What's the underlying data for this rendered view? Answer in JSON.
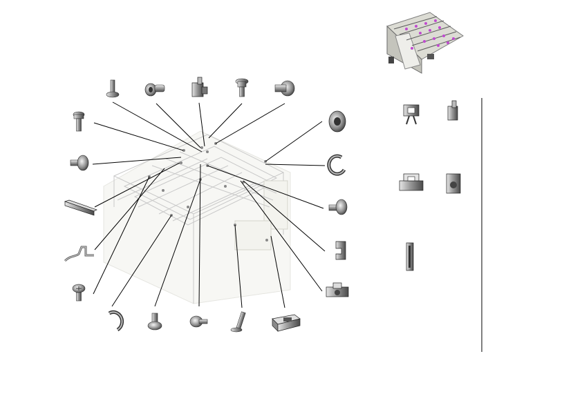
{
  "diagram": {
    "kind": "exploded-parts-view",
    "background_color": "#ffffff",
    "line_color": "#000000",
    "accent_color": "#c04ad0",
    "parts_around_assembly": [
      "pin-screw",
      "spring-washer-screw",
      "wire-clip",
      "flange-screw",
      "shoulder-screw",
      "hex-bolt",
      "roller-ring",
      "bushing-screw",
      "e-ring",
      "shoulder-screw",
      "flat-bar",
      "c-clip",
      "wire-spring",
      "snap-fastener",
      "cross-screw",
      "e-ring",
      "stud-screw",
      "pin-screw",
      "clevis-pin",
      "slider-block"
    ],
    "reference_parts": [
      "wire-clip",
      "wire-clip",
      "slider-block",
      "snap-fastener",
      "flat-bar"
    ]
  }
}
